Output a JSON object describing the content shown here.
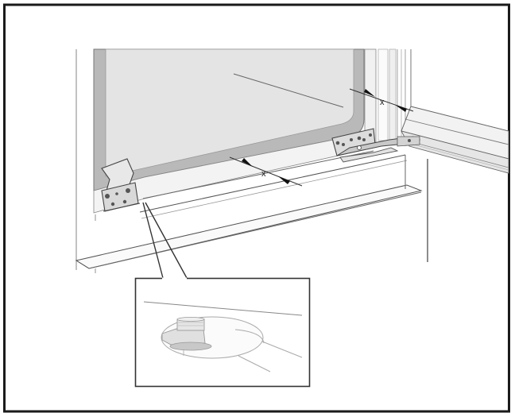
{
  "diagram": {
    "type": "technical-installation-illustration",
    "subject": "Appliance door hinge alignment with dimension marks",
    "dimension_labels": [
      {
        "id": "gap-top-hinge",
        "text": "x"
      },
      {
        "id": "gap-bottom-edge",
        "text": "x"
      }
    ],
    "components": [
      "cabinet-niche",
      "appliance-door-panel",
      "bottom-left-hinge-bracket",
      "right-hinge-plate",
      "open-furniture-door",
      "base-plinth",
      "detail-inset-adjustment-nut"
    ],
    "colors": {
      "border": "#1a1a1a",
      "panel_fill": "#e4e4e4",
      "panel_edge": "#a9a9a9",
      "line": "#444444",
      "light_line": "#8a8a8a",
      "background": "#ffffff"
    }
  }
}
